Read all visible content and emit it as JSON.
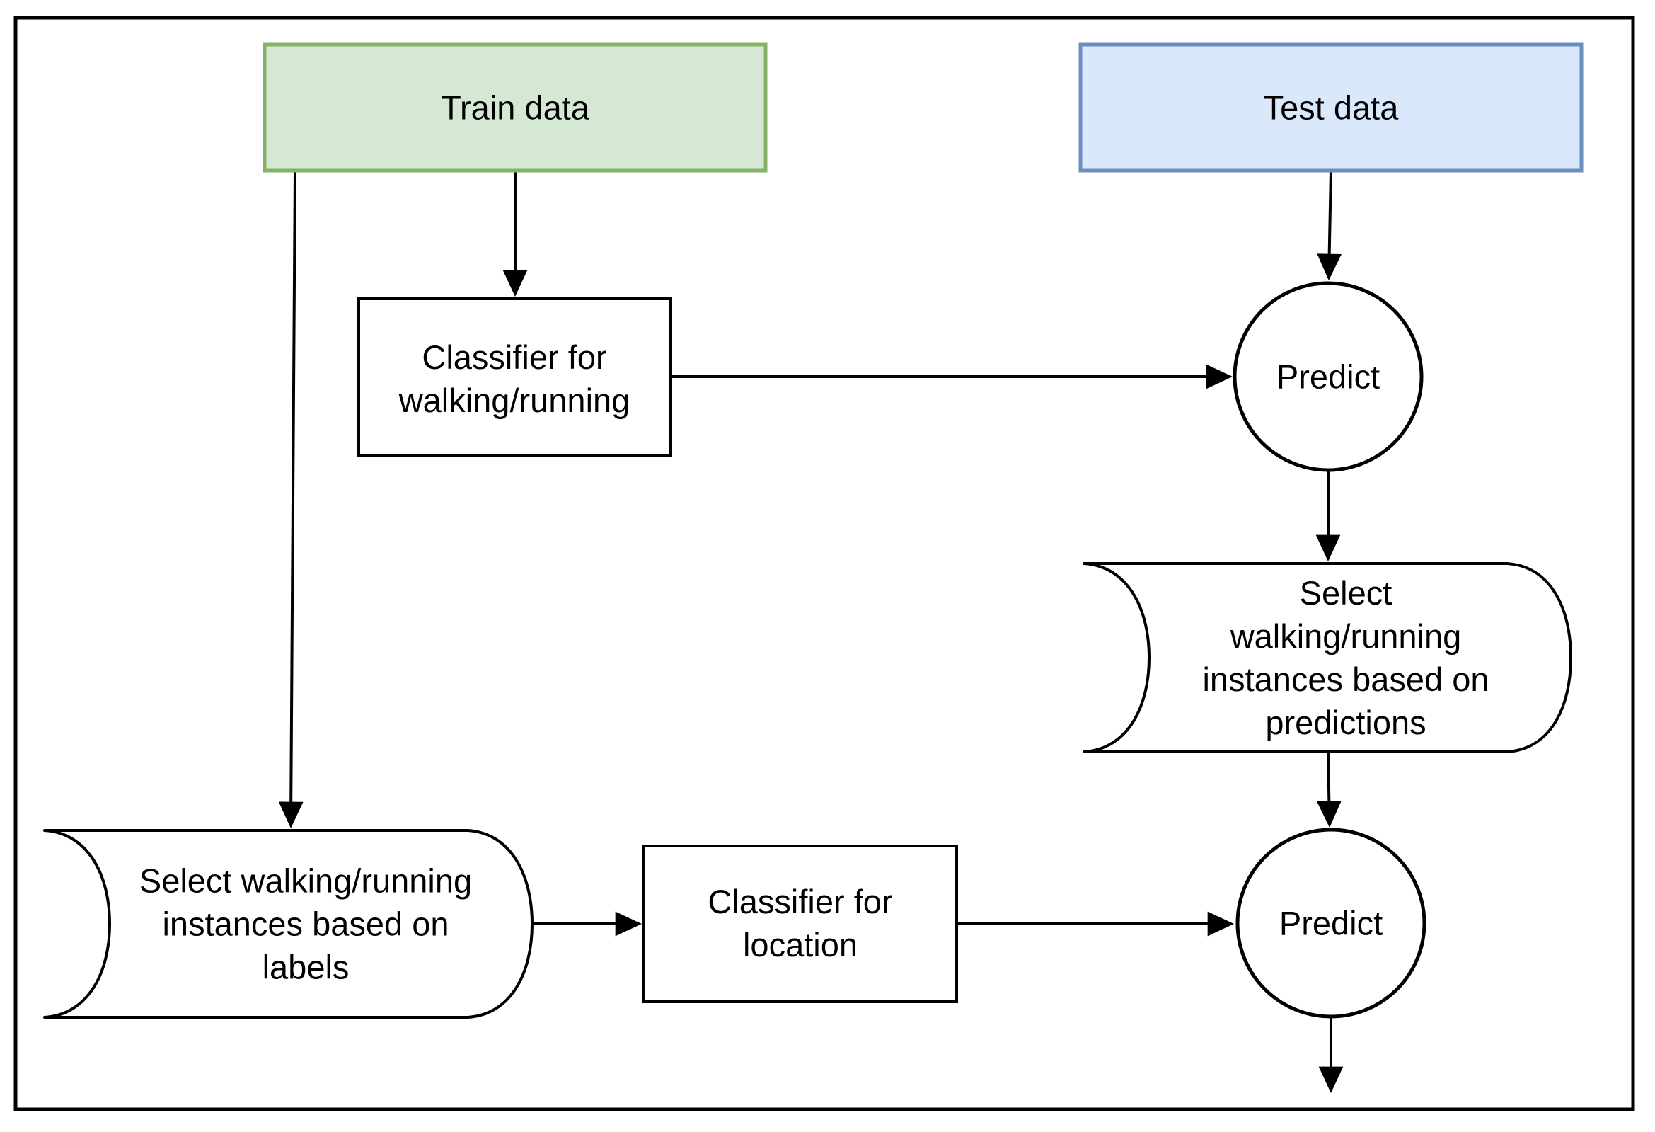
{
  "diagram": {
    "type": "flowchart",
    "nodes": {
      "train_data": {
        "label": "Train data",
        "shape": "rectangle",
        "fill": "#d5e8d4",
        "stroke": "#82b366"
      },
      "test_data": {
        "label": "Test data",
        "shape": "rectangle",
        "fill": "#dae8fc",
        "stroke": "#6c8ebf"
      },
      "classifier_walking_running": {
        "label": "Classifier for\nwalking/running",
        "shape": "rectangle",
        "fill": "#ffffff",
        "stroke": "#000000"
      },
      "predict_top": {
        "label": "Predict",
        "shape": "circle",
        "fill": "#ffffff",
        "stroke": "#000000"
      },
      "select_predictions": {
        "label": "Select walking/running\ninstances based on\npredictions",
        "shape": "direct-data",
        "fill": "#ffffff",
        "stroke": "#000000"
      },
      "select_labels": {
        "label": "Select walking/running\ninstances based on\nlabels",
        "shape": "direct-data",
        "fill": "#ffffff",
        "stroke": "#000000"
      },
      "classifier_location": {
        "label": "Classifier for\nlocation",
        "shape": "rectangle",
        "fill": "#ffffff",
        "stroke": "#000000"
      },
      "predict_bottom": {
        "label": "Predict",
        "shape": "circle",
        "fill": "#ffffff",
        "stroke": "#000000"
      }
    },
    "edges": [
      {
        "from": "train_data",
        "to": "select_labels"
      },
      {
        "from": "train_data",
        "to": "classifier_walking_running"
      },
      {
        "from": "classifier_walking_running",
        "to": "predict_top"
      },
      {
        "from": "test_data",
        "to": "predict_top"
      },
      {
        "from": "predict_top",
        "to": "select_predictions"
      },
      {
        "from": "select_predictions",
        "to": "predict_bottom"
      },
      {
        "from": "select_labels",
        "to": "classifier_location"
      },
      {
        "from": "classifier_location",
        "to": "predict_bottom"
      },
      {
        "from": "predict_bottom",
        "to": "output"
      }
    ],
    "colors": {
      "line": "#000000",
      "background": "#ffffff"
    }
  }
}
